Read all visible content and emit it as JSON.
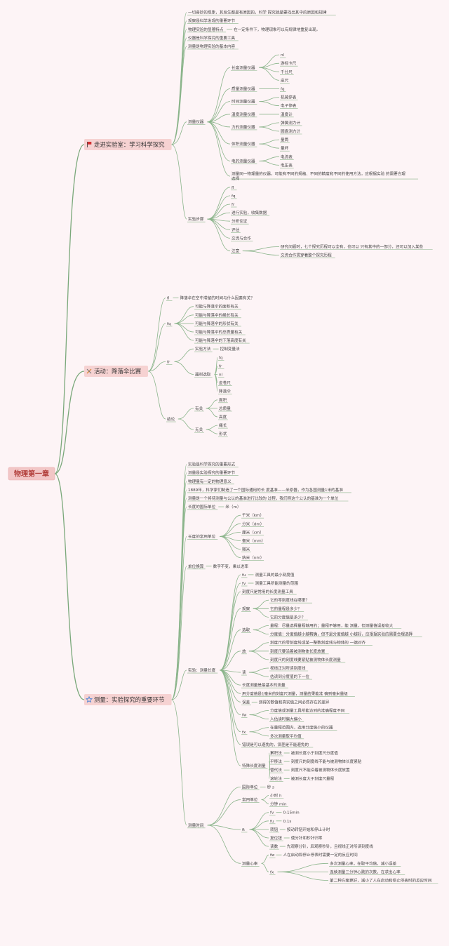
{
  "root": "物理第一章",
  "colors": {
    "root_fill": "#f2c6c6",
    "section_fill": "#f6d2d2",
    "line": "#8ab48a",
    "bg": "#fdf4f6"
  },
  "sections": [
    {
      "title": "走进实验室：学习科学探究",
      "icon": "red-flag-icon",
      "children": [
        {
          "t": "一切奇妙的现象，其发生都是有原因的，科学 探究就是要找出其中的原因和规律"
        },
        {
          "t": "观察是科学发现的重要环节"
        },
        {
          "t": "物理实验的显著特点",
          "note": "在一定条件下，物理现象可以有规律地重复出现。"
        },
        {
          "t": "仪器是科学探究的重要工具"
        },
        {
          "t": "测量是物理实验的基本内容"
        },
        {
          "t": "测量仪器",
          "children": [
            {
              "t": "长度测量仪器",
              "children": [
                {
                  "t": "nl"
                },
                {
                  "t": "游标卡尺"
                },
                {
                  "t": "千分尺"
                },
                {
                  "t": "皮尺"
                }
              ]
            },
            {
              "t": "质量测量仪器",
              "children": [
                {
                  "t": "fq"
                }
              ]
            },
            {
              "t": "时间测量仪器",
              "children": [
                {
                  "t": "机械停表"
                },
                {
                  "t": "电子停表"
                }
              ]
            },
            {
              "t": "温度测量仪器",
              "children": [
                {
                  "t": "温度计"
                }
              ]
            },
            {
              "t": "力的测量仪器",
              "children": [
                {
                  "t": "弹簧测力计"
                },
                {
                  "t": "圆盘测力计"
                }
              ]
            },
            {
              "t": "体积测量仪器",
              "children": [
                {
                  "t": "量筒"
                },
                {
                  "t": "量杯"
                }
              ]
            },
            {
              "t": "电的测量仪器",
              "children": [
                {
                  "t": "电流表"
                },
                {
                  "t": "电压表"
                }
              ]
            },
            {
              "t": "测量同一物理量的仪器，可能有不同的规格、不同的精度和不同的使用方法，应根据实验 的需要合理选择"
            }
          ]
        },
        {
          "t": "实验步骤",
          "children": [
            {
              "t": "fl"
            },
            {
              "t": "fq"
            },
            {
              "t": "fr"
            },
            {
              "t": "进行实验，收集数据"
            },
            {
              "t": "分析论证"
            },
            {
              "t": "评估"
            },
            {
              "t": "交流与合作"
            },
            {
              "t": "注意",
              "children": [
                {
                  "t": "研究问题时，七个探究历程可以全有，也可以 只有其中的一部分，还可以加入某些"
                },
                {
                  "t": "交流合作贯穿着整个探究历程"
                }
              ]
            }
          ]
        }
      ]
    },
    {
      "title": "活动：降落伞比赛",
      "icon": "tools-icon",
      "children": [
        {
          "t": "fl",
          "note": "降落伞在空中滞留的时间与什么因素有关？"
        },
        {
          "t": "fq",
          "children": [
            {
              "t": "可能与降落伞的面积有关"
            },
            {
              "t": "可能与降落伞的绳长有关"
            },
            {
              "t": "可能与降落伞的形状有关"
            },
            {
              "t": "可能与降落伞的总质量有关"
            },
            {
              "t": "可能与降落伞的下落高度有关"
            }
          ]
        },
        {
          "t": "fr",
          "children": [
            {
              "t": "实验方法",
              "note": "控制变量法"
            },
            {
              "t": "器材选取",
              "children": [
                {
                  "t": "fq"
                },
                {
                  "t": "fr"
                },
                {
                  "t": "nl"
                },
                {
                  "t": "皮卷尺"
                },
                {
                  "t": "降落伞"
                }
              ]
            }
          ]
        },
        {
          "t": "结论",
          "children": [
            {
              "t": "有关",
              "children": [
                {
                  "t": "面积"
                },
                {
                  "t": "总质量"
                },
                {
                  "t": "高度"
                }
              ]
            },
            {
              "t": "无关",
              "children": [
                {
                  "t": "绳长"
                },
                {
                  "t": "形状"
                }
              ]
            }
          ]
        }
      ]
    },
    {
      "title": "测量：实验探究的重要环节",
      "icon": "star-icon",
      "children": [
        {
          "t": "实验是科学探究的重要形式"
        },
        {
          "t": "测量是实验探究的重要环节"
        },
        {
          "t": "物理量有一定的物理意义"
        },
        {
          "t": "1889年，科学家们制造了一个国际通用的长 度基准——米原器，作为各国测量1米的基准"
        },
        {
          "t": "测量是一个将待测量与公认的基准进行比较的 过程，我们称这个公认的基准为一个单位"
        },
        {
          "t": "长度的国际单位",
          "note": "米（m）"
        },
        {
          "t": "长度的常用单位",
          "children": [
            {
              "t": "千米（km）"
            },
            {
              "t": "分米（dm）"
            },
            {
              "t": "厘米（cm）"
            },
            {
              "t": "毫米（mm）"
            },
            {
              "t": "微米"
            },
            {
              "t": "纳米（nm）"
            }
          ]
        },
        {
          "t": "单位换算",
          "note": "数字不变，乘以进率"
        },
        {
          "t": "实验：测量长度",
          "children": [
            {
              "t": "fu",
              "note": "测量工具的最小刻度值"
            },
            {
              "t": "fv",
              "note": "测量工具所能测量的范围"
            },
            {
              "t": "刻度尺是常用的长度测量工具"
            },
            {
              "t": "观察",
              "children": [
                {
                  "t": "它的零刻度线在哪里？"
                },
                {
                  "t": "它的量程是多少？"
                },
                {
                  "t": "它的分度值是多少？"
                }
              ]
            },
            {
              "t": "选取",
              "children": [
                {
                  "t": "量程：尽量选择量程够用的；量程不够用，能 测量，但测量值误差较大"
                },
                {
                  "t": "分度值：分度值越小越精确，但不是分度值越 小越好，应根据实验的需要合理选择"
                }
              ]
            },
            {
              "t": "放",
              "children": [
                {
                  "t": "刻度尺的零刻度线或某一整数刻度线与物体的 一端对齐"
                },
                {
                  "t": "刻度尺要沿着被测物体长度放置"
                },
                {
                  "t": "刻度尺的刻度线要紧贴被测物体长度测量"
                }
              ]
            },
            {
              "t": "读",
              "children": [
                {
                  "t": "视线正对所读刻度线"
                },
                {
                  "t": "估读到分度值的下一位"
                }
              ]
            },
            {
              "t": "长度测量是最基本的测量"
            },
            {
              "t": "用分度值是1毫米的刻度尺测量，测量结果能准 确到毫米量级"
            },
            {
              "t": "误差",
              "note": "测得的数值和真实值之间必然存在的差异"
            },
            {
              "t": "fw",
              "children": [
                {
                  "t": "分度值或测量工具所能达到的准确程度不同"
                },
                {
                  "t": "人估读时偏大偏小"
                }
              ]
            },
            {
              "t": "fx",
              "children": [
                {
                  "t": "在量程范围内，选用分度值小的仪器"
                },
                {
                  "t": "多次测量取平均值"
                }
              ]
            },
            {
              "t": "错误是可以避免的，误差是不能避免的"
            },
            {
              "t": "特殊长度测量",
              "children": [
                {
                  "t": "累积法",
                  "note": "被测长度小于刻度尺分度值"
                },
                {
                  "t": "平移法",
                  "note": "刻度尺的刻度线不能与被测物体长度紧贴"
                },
                {
                  "t": "替代法",
                  "note": "刻度尺不能沿着被测物体长度放置"
                },
                {
                  "t": "滚轮法",
                  "note": "被测长度大于刻度尺量程"
                }
              ]
            }
          ]
        },
        {
          "t": "测量时间",
          "children": [
            {
              "t": "国际单位",
              "note": "秒 s"
            },
            {
              "t": "常用单位",
              "children": [
                {
                  "t": "小时 h"
                },
                {
                  "t": "分钟 min"
                }
              ]
            },
            {
              "t": "ft",
              "children": [
                {
                  "t": "fv",
                  "note": "0-15min"
                },
                {
                  "t": "fu",
                  "note": "0.1s"
                },
                {
                  "t": "转钮",
                  "note": "按动转钮开始和停止计时"
                },
                {
                  "t": "复位钮",
                  "note": "使分针和秒针归零"
                },
                {
                  "t": "读数",
                  "note": "先观察分针，后观察秒针，且视线正对所读刻度线"
                }
              ]
            },
            {
              "t": "测量心率",
              "children": [
                {
                  "t": "fw",
                  "note": "人在启动和停止停表时需要一定的反应时间"
                },
                {
                  "t": "fx",
                  "children": [
                    {
                      "t": "多次测量心率，在取平均值，减小误差"
                    },
                    {
                      "t": "连续测量三分钟心跳的次数，在求出心率"
                    },
                    {
                      "t": "第二种方案更好，减小了人在启动和停止停表时的反应时间"
                    }
                  ]
                }
              ]
            }
          ]
        }
      ]
    }
  ]
}
